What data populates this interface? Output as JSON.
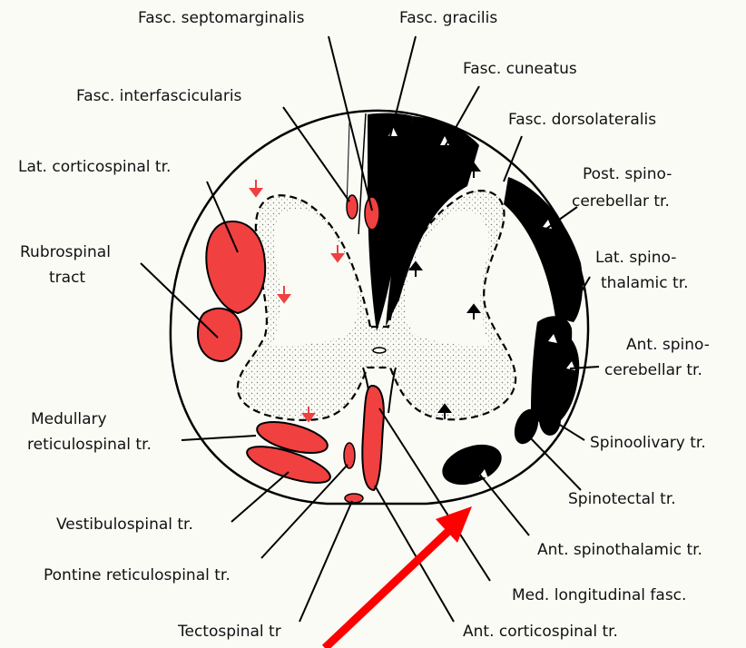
{
  "labels": {
    "septomarginalis": "Fasc. septomarginalis",
    "gracilis": "Fasc. gracilis",
    "cuneatus": "Fasc. cuneatus",
    "interfascicularis": "Fasc. interfascicularis",
    "dorsolateralis": "Fasc. dorsolateralis",
    "lat_corticospinal": "Lat. corticospinal tr.",
    "post_spino_1": "Post. spino-",
    "post_spino_2": "cerebellar tr.",
    "rubrospinal_1": "Rubrospinal",
    "rubrospinal_2": "tract",
    "lat_spino_1": "Lat. spino-",
    "lat_spino_2": "thalamic tr.",
    "ant_spino_1": "Ant. spino-",
    "ant_spino_2": "cerebellar tr.",
    "med_retic_1": "Medullary",
    "med_retic_2": "reticulospinal tr.",
    "spinoolivary": "Spinoolivary tr.",
    "spinotectal": "Spinotectal tr.",
    "vestibulospinal": "Vestibulospinal tr.",
    "ant_spinothalamic": "Ant. spinothalamic tr.",
    "pontine_retic": "Pontine reticulospinal tr.",
    "med_long_fasc": "Med. longitudinal fasc.",
    "tectospinal": "Tectospinal tr",
    "ant_corticospinal": "Ant. corticospinal tr."
  },
  "colors": {
    "descending": "#f04040",
    "ascending": "#000000",
    "arrow": "#ff0000",
    "background": "#fbfbf6"
  }
}
